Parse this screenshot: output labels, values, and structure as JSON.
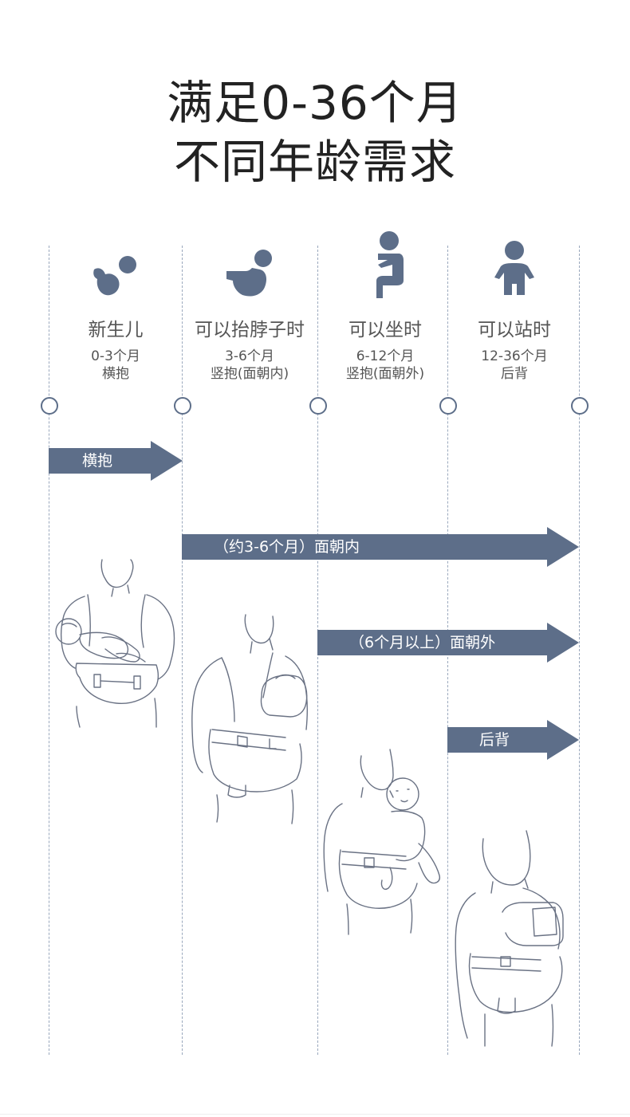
{
  "title": {
    "line1": "满足0-36个月",
    "line2": "不同年龄需求"
  },
  "stages": [
    {
      "icon": "newborn-icon",
      "label": "新生儿",
      "range": "0-3个月",
      "mode": "横抱"
    },
    {
      "icon": "lift-neck-icon",
      "label": "可以抬脖子时",
      "range": "3-6个月",
      "mode": "竖抱(面朝内)"
    },
    {
      "icon": "sitting-baby-icon",
      "label": "可以坐时",
      "range": "6-12个月",
      "mode": "竖抱(面朝外)"
    },
    {
      "icon": "standing-baby-icon",
      "label": "可以站时",
      "range": "12-36个月",
      "mode": "后背"
    }
  ],
  "arrows": [
    {
      "label": "横抱"
    },
    {
      "label": "（约3-6个月）面朝内"
    },
    {
      "label": "（6个月以上）面朝外"
    },
    {
      "label": "后背"
    }
  ],
  "colors": {
    "accent": "#5d6e89",
    "dashed_line": "#9aa8bd",
    "text": "#555555",
    "illustration_stroke": "#6a7284"
  }
}
